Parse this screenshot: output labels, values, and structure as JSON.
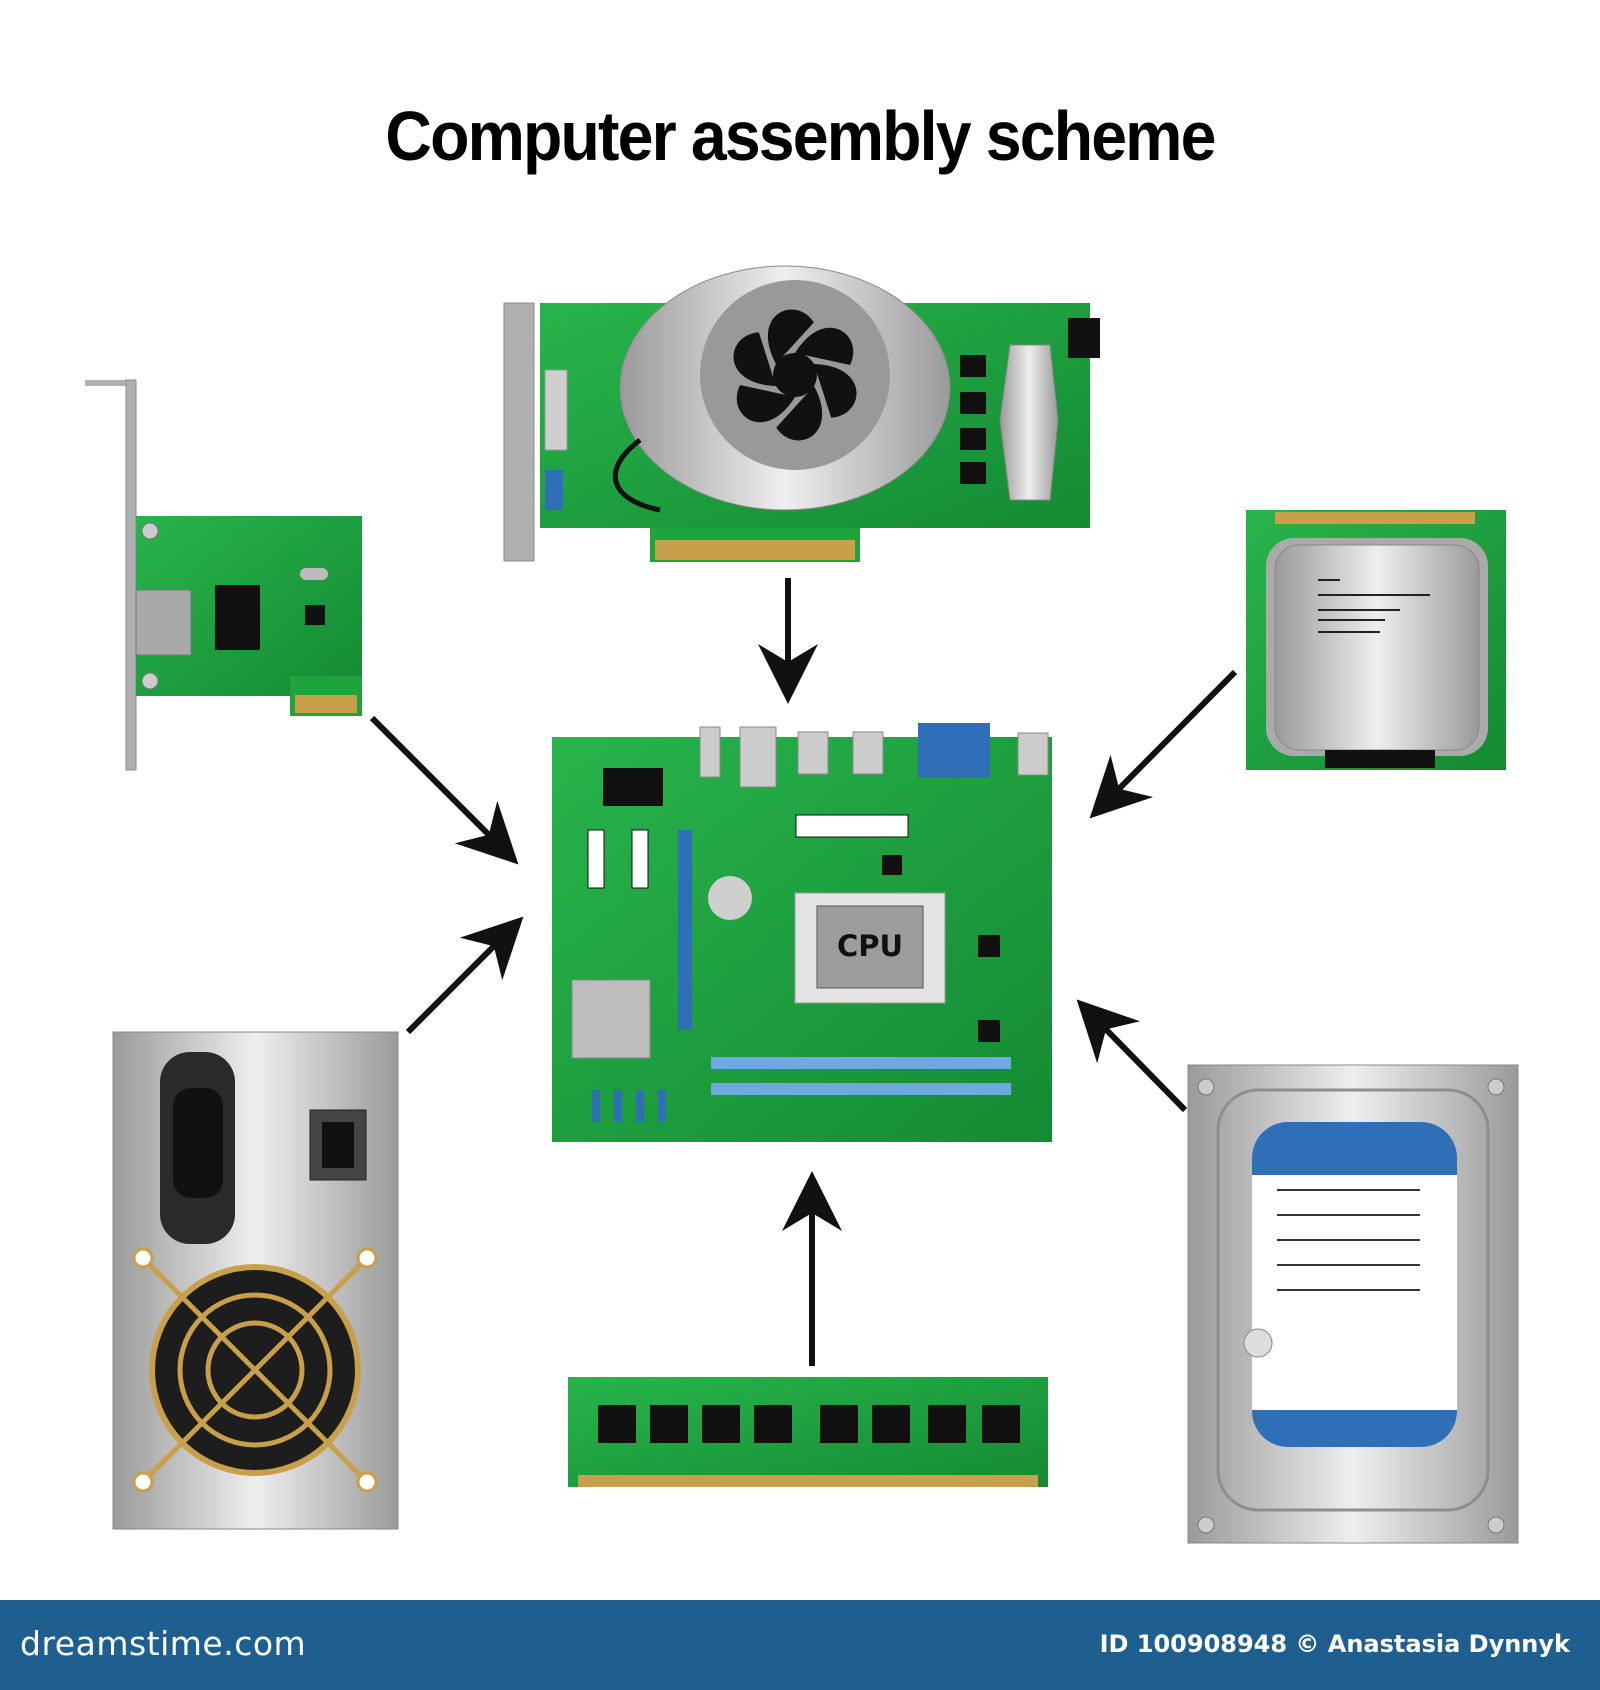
{
  "title": "Computer assembly scheme",
  "center_component": {
    "label": "CPU"
  },
  "watermark": "dreamstime",
  "footer": {
    "brand": "dreamstime.com",
    "credit": "ID 100908948 © Anastasia Dynnyk"
  },
  "colors": {
    "pcb_green": "#1fa33f",
    "pcb_dark": "#137a2a",
    "metal": "#c8c8c8",
    "accent_blue": "#2f6fb8",
    "footer_bg": "#1f5f8f",
    "arrow": "#111111"
  }
}
